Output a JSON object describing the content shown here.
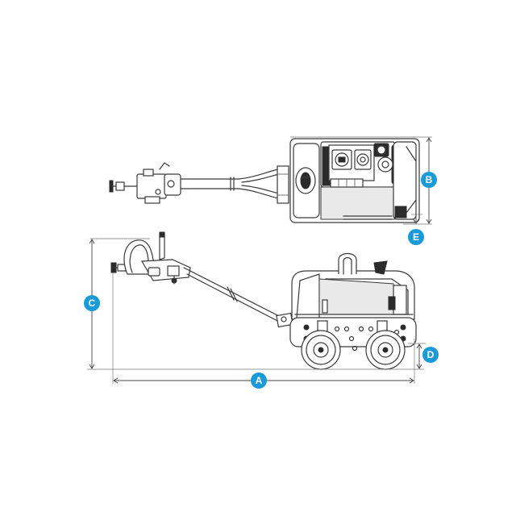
{
  "dimensions": {
    "length": {
      "letter": "A"
    },
    "width": {
      "letter": "B"
    },
    "height": {
      "letter": "C"
    },
    "ground_clearance": {
      "letter": "D"
    },
    "side_offset": {
      "letter": "E"
    }
  },
  "colors": {
    "badge": "#1a9ad6",
    "badge_text": "#ffffff",
    "line": "#3a3a3a",
    "background": "#ffffff"
  }
}
